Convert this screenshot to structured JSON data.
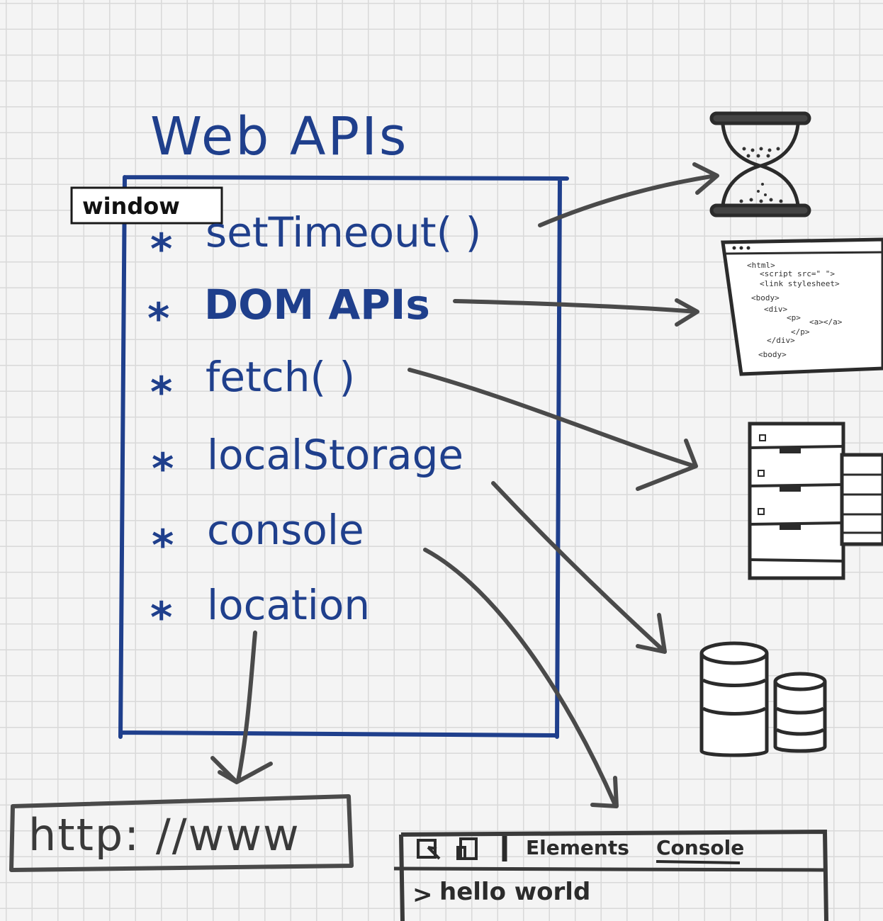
{
  "title": "Web APIs",
  "window_tab": "window",
  "apis": [
    {
      "label": "setTimeout( )"
    },
    {
      "label": "DOM APIs"
    },
    {
      "label": "fetch( )"
    },
    {
      "label": "localStorage"
    },
    {
      "label": "console"
    },
    {
      "label": "location"
    }
  ],
  "bullet": "*",
  "url_box": "http: //www",
  "html_code": [
    "<html>",
    "<script src=\"  \">",
    "<link stylesheet>",
    "<body>",
    "<div>",
    "<p>",
    "<a></a>",
    "</p>",
    "</div>",
    "<body>"
  ],
  "devtools": {
    "tab_elements": "Elements",
    "tab_console": "Console",
    "prompt": ">",
    "output": "hello world"
  },
  "colors": {
    "ink_blue": "#1f3f8c",
    "ink_gray": "#4a4a4a",
    "ink_dark": "#2b2b2b"
  }
}
